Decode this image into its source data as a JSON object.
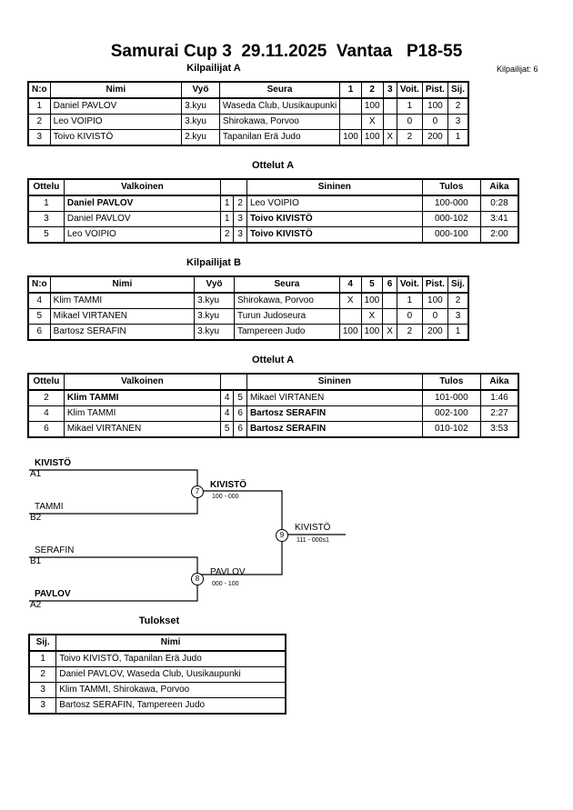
{
  "header": {
    "title": "Samurai Cup 3  29.11.2025  Vantaa   P18-55",
    "competitors_count": "Kilpailijat: 6"
  },
  "groupA": {
    "title": "Kilpailijat A",
    "headers": [
      "N:o",
      "Nimi",
      "Vyö",
      "Seura",
      "1",
      "2",
      "3",
      "Voit.",
      "Pist.",
      "Sij."
    ],
    "rows": [
      [
        "1",
        "Daniel PAVLOV",
        "3.kyu",
        "Waseda Club, Uusikaupunki",
        "",
        "100",
        "",
        "1",
        "100",
        "2"
      ],
      [
        "2",
        "Leo VOIPIO",
        "3.kyu",
        "Shirokawa, Porvoo",
        "",
        "X",
        "",
        "0",
        "0",
        "3"
      ],
      [
        "3",
        "Toivo KIVISTÖ",
        "2.kyu",
        "Tapanilan Erä Judo",
        "100",
        "100",
        "X",
        "2",
        "200",
        "1"
      ]
    ]
  },
  "matchesA": {
    "title": "Ottelut A",
    "headers": [
      "Ottelu",
      "Valkoinen",
      "",
      "",
      "Sininen",
      "Tulos",
      "Aika"
    ],
    "rows": [
      {
        "no": "1",
        "white": "Daniel PAVLOV",
        "wn": "1",
        "bn": "2",
        "blue": "Leo VOIPIO",
        "result": "100-000",
        "time": "0:28",
        "winner": "white"
      },
      {
        "no": "3",
        "white": "Daniel PAVLOV",
        "wn": "1",
        "bn": "3",
        "blue": "Toivo KIVISTÖ",
        "result": "000-102",
        "time": "3:41",
        "winner": "blue"
      },
      {
        "no": "5",
        "white": "Leo VOIPIO",
        "wn": "2",
        "bn": "3",
        "blue": "Toivo KIVISTÖ",
        "result": "000-100",
        "time": "2:00",
        "winner": "blue"
      }
    ]
  },
  "groupB": {
    "title": "Kilpailijat B",
    "headers": [
      "N:o",
      "Nimi",
      "Vyö",
      "Seura",
      "4",
      "5",
      "6",
      "Voit.",
      "Pist.",
      "Sij."
    ],
    "rows": [
      [
        "4",
        "Klim TAMMI",
        "3.kyu",
        "Shirokawa, Porvoo",
        "X",
        "100",
        "",
        "1",
        "100",
        "2"
      ],
      [
        "5",
        "Mikael VIRTANEN",
        "3.kyu",
        "Turun Judoseura",
        "",
        "X",
        "",
        "0",
        "0",
        "3"
      ],
      [
        "6",
        "Bartosz SERAFIN",
        "3.kyu",
        "Tampereen Judo",
        "100",
        "100",
        "X",
        "2",
        "200",
        "1"
      ]
    ]
  },
  "matchesB": {
    "title": "Ottelut A",
    "headers": [
      "Ottelu",
      "Valkoinen",
      "",
      "",
      "Sininen",
      "Tulos",
      "Aika"
    ],
    "rows": [
      {
        "no": "2",
        "white": "Klim TAMMI",
        "wn": "4",
        "bn": "5",
        "blue": "Mikael VIRTANEN",
        "result": "101-000",
        "time": "1:46",
        "winner": "white"
      },
      {
        "no": "4",
        "white": "Klim TAMMI",
        "wn": "4",
        "bn": "6",
        "blue": "Bartosz SERAFIN",
        "result": "002-100",
        "time": "2:27",
        "winner": "blue"
      },
      {
        "no": "6",
        "white": "Mikael VIRTANEN",
        "wn": "5",
        "bn": "6",
        "blue": "Bartosz SERAFIN",
        "result": "010-102",
        "time": "3:53",
        "winner": "blue"
      }
    ]
  },
  "bracket": {
    "sf1_top_name": "KIVISTÖ",
    "sf1_top_seed": "A1",
    "sf1_bot_name": "TAMMI",
    "sf1_bot_seed": "B2",
    "sf1_no": "7",
    "sf1_winner": "KIVISTÖ",
    "sf1_score": "100 - 000",
    "sf2_top_name": "SERAFIN",
    "sf2_top_seed": "B1",
    "sf2_bot_name": "PAVLOV",
    "sf2_bot_seed": "A2",
    "sf2_no": "8",
    "sf2_winner": "PAVLOV",
    "sf2_score": "000 - 100",
    "final_no": "9",
    "final_winner": "KIVISTÖ",
    "final_score": "111 - 000s1"
  },
  "results": {
    "title": "Tulokset",
    "headers": [
      "Sij.",
      "Nimi"
    ],
    "rows": [
      [
        "1",
        "Toivo KIVISTÖ, Tapanilan Erä Judo"
      ],
      [
        "2",
        "Daniel PAVLOV, Waseda Club, Uusikaupunki"
      ],
      [
        "3",
        "Klim TAMMI, Shirokawa, Porvoo"
      ],
      [
        "3",
        "Bartosz SERAFIN, Tampereen Judo"
      ]
    ]
  }
}
